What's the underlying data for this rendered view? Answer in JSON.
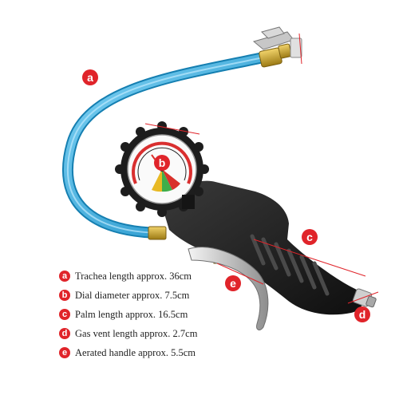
{
  "specs": [
    {
      "letter": "a",
      "text": "Trachea length approx. 36cm"
    },
    {
      "letter": "b",
      "text": "Dial diameter approx. 7.5cm"
    },
    {
      "letter": "c",
      "text": "Palm length approx. 16.5cm"
    },
    {
      "letter": "d",
      "text": "Gas vent length approx. 2.7cm"
    },
    {
      "letter": "e",
      "text": "Aerated handle approx. 5.5cm"
    }
  ],
  "colors": {
    "hose": "#29a9e1",
    "brass": "#c9a227",
    "badge": "#e0242a",
    "body": "#1f1f1f"
  }
}
